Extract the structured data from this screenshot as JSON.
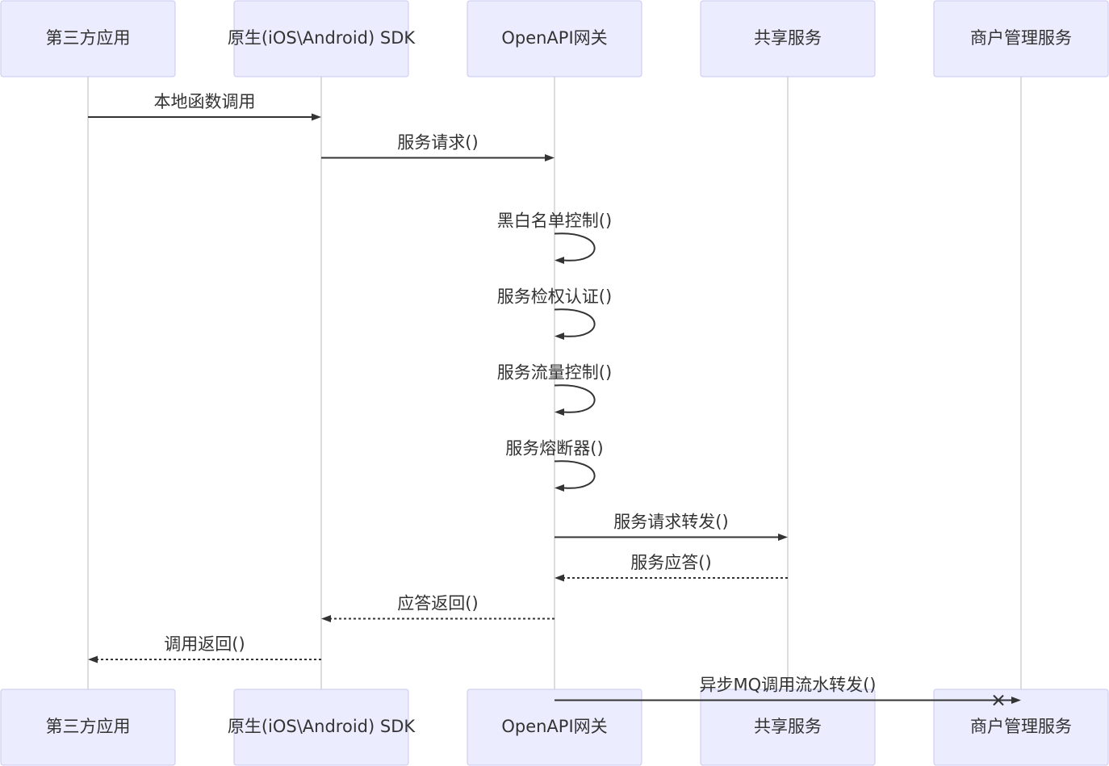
{
  "participants": [
    {
      "id": "third_party",
      "label": "第三方应用"
    },
    {
      "id": "sdk",
      "label": "原生(iOS\\Android) SDK"
    },
    {
      "id": "gateway",
      "label": "OpenAPI网关"
    },
    {
      "id": "shared",
      "label": "共享服务"
    },
    {
      "id": "merchant",
      "label": "商户管理服务"
    }
  ],
  "messages": [
    {
      "from": "third_party",
      "to": "sdk",
      "label": "本地函数调用",
      "style": "solid",
      "arrow": "filled"
    },
    {
      "from": "sdk",
      "to": "gateway",
      "label": "服务请求()",
      "style": "solid",
      "arrow": "filled"
    },
    {
      "from": "gateway",
      "to": "gateway",
      "label": "黑白名单控制()",
      "style": "solid",
      "arrow": "filled"
    },
    {
      "from": "gateway",
      "to": "gateway",
      "label": "服务检权认证()",
      "style": "solid",
      "arrow": "filled"
    },
    {
      "from": "gateway",
      "to": "gateway",
      "label": "服务流量控制()",
      "style": "solid",
      "arrow": "filled"
    },
    {
      "from": "gateway",
      "to": "gateway",
      "label": "服务熔断器()",
      "style": "solid",
      "arrow": "filled"
    },
    {
      "from": "gateway",
      "to": "shared",
      "label": "服务请求转发()",
      "style": "solid",
      "arrow": "filled"
    },
    {
      "from": "shared",
      "to": "gateway",
      "label": "服务应答()",
      "style": "dotted",
      "arrow": "filled"
    },
    {
      "from": "gateway",
      "to": "sdk",
      "label": "应答返回()",
      "style": "dotted",
      "arrow": "filled"
    },
    {
      "from": "sdk",
      "to": "third_party",
      "label": "调用返回()",
      "style": "dotted",
      "arrow": "filled"
    },
    {
      "from": "gateway",
      "to": "merchant",
      "label": "异步MQ调用流水转发()",
      "style": "solid",
      "arrow": "async-cross"
    }
  ],
  "colors": {
    "actor_fill": "#ececff",
    "actor_stroke": "#c9c9f0",
    "lifeline": "#b8b8b8",
    "line": "#333333",
    "text": "#333333"
  }
}
